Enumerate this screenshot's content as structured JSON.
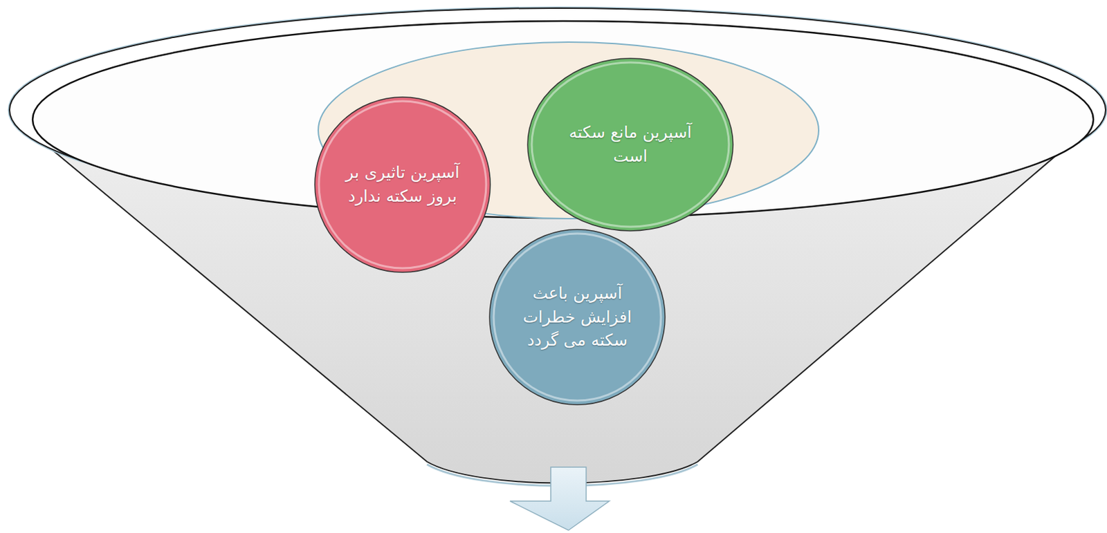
{
  "diagram": {
    "nodes": [
      {
        "text": [
          "آسپرین مانع سکته است"
        ]
      },
      {
        "text": [
          "آسپرین تاثیری بر بروز سکته ندارد"
        ]
      },
      {
        "text": [
          "آسپرین باعث افزایش خطرات سکته می گردد"
        ]
      }
    ]
  }
}
